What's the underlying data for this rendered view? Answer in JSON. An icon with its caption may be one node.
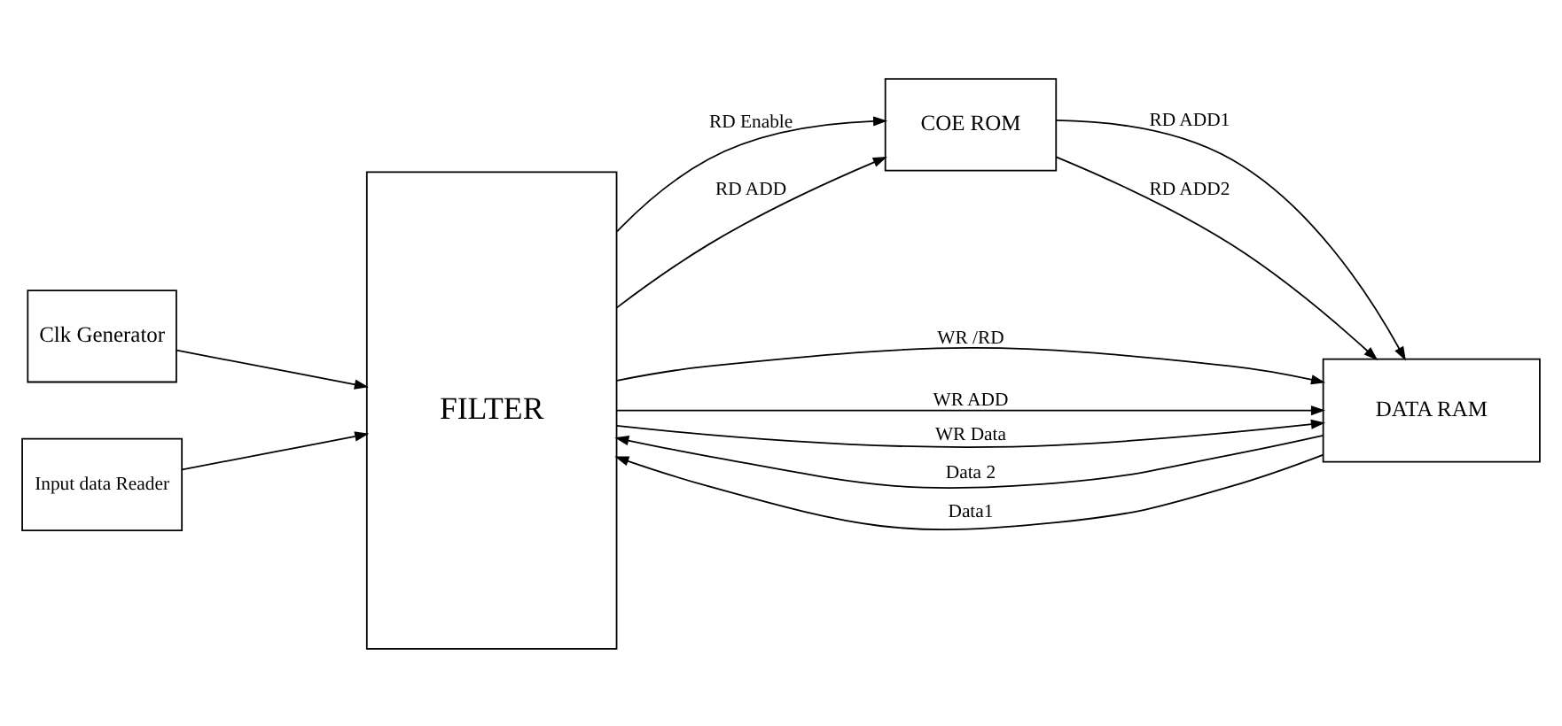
{
  "diagram": {
    "nodes": [
      {
        "text": [
          "Clk Generator"
        ]
      },
      {
        "text": [
          "Input data Reader"
        ]
      },
      {
        "text": [
          "FILTER"
        ]
      },
      {
        "text": [
          "COE ROM"
        ]
      },
      {
        "text": [
          "DATA RAM"
        ]
      }
    ],
    "edges": [
      {
        "from": 0,
        "to": 2,
        "arrow": "to"
      },
      {
        "from": 1,
        "to": 2,
        "arrow": "to"
      },
      {
        "from": 2,
        "to": 3,
        "arrow": "to",
        "label": "RD Enable"
      },
      {
        "from": 2,
        "to": 3,
        "arrow": "to",
        "label": "RD ADD"
      },
      {
        "from": 3,
        "to": 4,
        "arrow": "to",
        "label": "RD ADD1"
      },
      {
        "from": 3,
        "to": 4,
        "arrow": "to",
        "label": "RD ADD2"
      },
      {
        "from": 2,
        "to": 4,
        "arrow": "to",
        "label": "WR /RD"
      },
      {
        "from": 2,
        "to": 4,
        "arrow": "to",
        "label": "WR ADD"
      },
      {
        "from": 2,
        "to": 4,
        "arrow": "to",
        "label": "WR Data"
      },
      {
        "from": 4,
        "to": 2,
        "arrow": "to",
        "label": "Data 2"
      },
      {
        "from": 4,
        "to": 2,
        "arrow": "to",
        "label": "Data1"
      }
    ]
  }
}
